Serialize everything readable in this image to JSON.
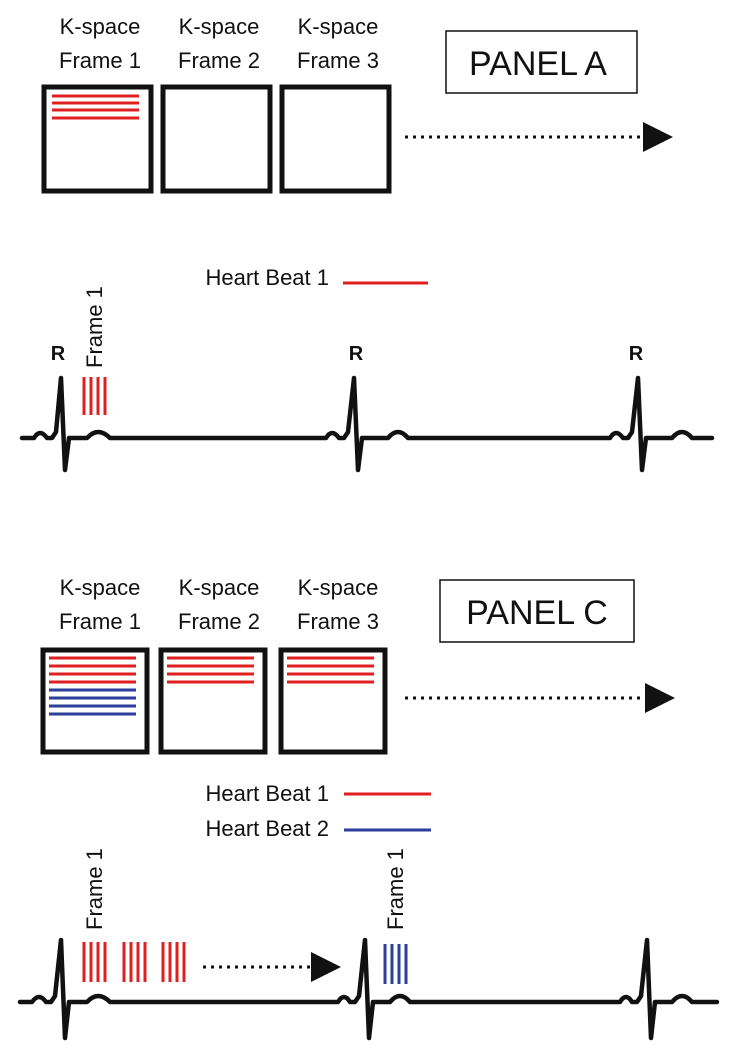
{
  "colors": {
    "heart_beat_1": "#e02020",
    "heart_beat_2": "#2c3e9e",
    "ink": "#111111"
  },
  "panel_a": {
    "title": "PANEL A",
    "frames": [
      {
        "line1": "K-space",
        "line2": "Frame 1"
      },
      {
        "line1": "K-space",
        "line2": "Frame 2"
      },
      {
        "line1": "K-space",
        "line2": "Frame 3"
      }
    ],
    "legend": [
      {
        "label": "Heart Beat 1",
        "color_key": "heart_beat_1"
      }
    ],
    "r_peak_label": "R",
    "frame_marker_label": "Frame 1"
  },
  "panel_c": {
    "title": "PANEL C",
    "frames": [
      {
        "line1": "K-space",
        "line2": "Frame 1"
      },
      {
        "line1": "K-space",
        "line2": "Frame 2"
      },
      {
        "line1": "K-space",
        "line2": "Frame 3"
      }
    ],
    "legend": [
      {
        "label": "Heart Beat 1",
        "color_key": "heart_beat_1"
      },
      {
        "label": "Heart Beat 2",
        "color_key": "heart_beat_2"
      }
    ],
    "frame_marker_label_1": "Frame 1",
    "frame_marker_label_2": "Frame 1"
  }
}
